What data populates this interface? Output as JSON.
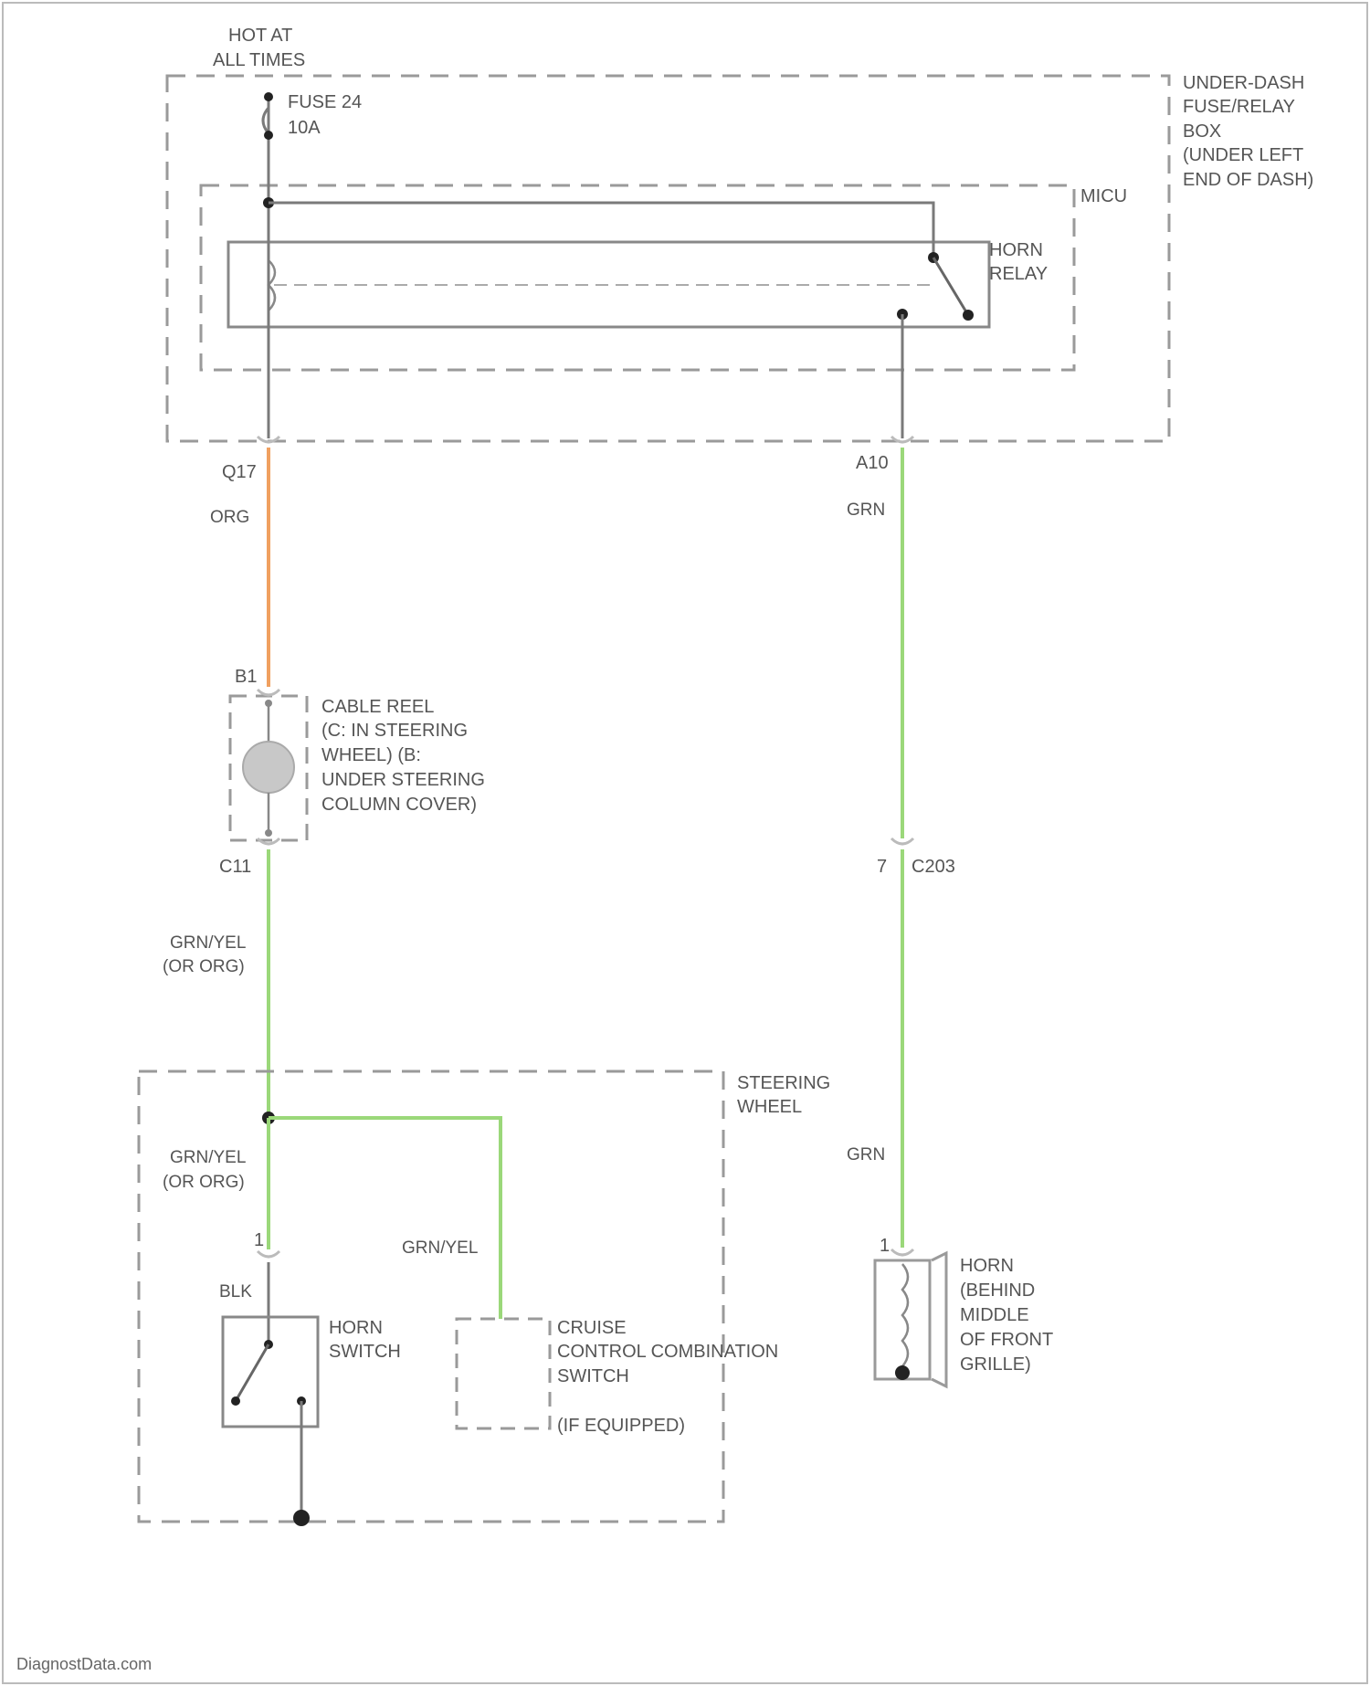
{
  "colors": {
    "frame": "#9a9a9a",
    "line": "#7a7a7a",
    "orange_wire": "#f0a060",
    "green_wire": "#9bd87a",
    "dot": "#222222",
    "text": "#555555"
  },
  "top": {
    "power_line1": "HOT AT",
    "power_line2": "ALL TIMES"
  },
  "fuse": {
    "name": "FUSE 24",
    "rating": "10A"
  },
  "underdash_box": {
    "lines": [
      "UNDER-DASH",
      "FUSE/RELAY",
      "BOX",
      "(UNDER LEFT",
      "END OF DASH)"
    ]
  },
  "micu": {
    "label": "MICU"
  },
  "horn_relay": {
    "line1": "HORN",
    "line2": "RELAY"
  },
  "connectors": {
    "q17": "Q17",
    "a10": "A10",
    "b1": "B1",
    "c11": "C11",
    "pin7": "7",
    "c203": "C203",
    "pin1_switch": "1",
    "pin1_horn": "1"
  },
  "wires": {
    "org": "ORG",
    "grn_top": "GRN",
    "grn_yel_1a": "GRN/YEL",
    "grn_yel_1b": "(OR ORG)",
    "grn_yel_2a": "GRN/YEL",
    "grn_yel_2b": "(OR ORG)",
    "grn_yel_3": "GRN/YEL",
    "grn_bottom": "GRN",
    "blk": "BLK"
  },
  "cable_reel": {
    "lines": [
      "CABLE REEL",
      "(C: IN STEERING",
      "WHEEL) (B:",
      "UNDER STEERING",
      "COLUMN COVER)"
    ]
  },
  "steering_wheel": {
    "line1": "STEERING",
    "line2": "WHEEL"
  },
  "horn_switch": {
    "line1": "HORN",
    "line2": "SWITCH"
  },
  "cruise_switch": {
    "line1": "CRUISE",
    "line2": "CONTROL COMBINATION",
    "line3": "SWITCH",
    "line4": "(IF EQUIPPED)"
  },
  "horn": {
    "lines": [
      "HORN",
      "(BEHIND",
      "MIDDLE",
      "OF FRONT",
      "GRILLE)"
    ]
  },
  "footer": {
    "credit": "DiagnostData.com"
  }
}
